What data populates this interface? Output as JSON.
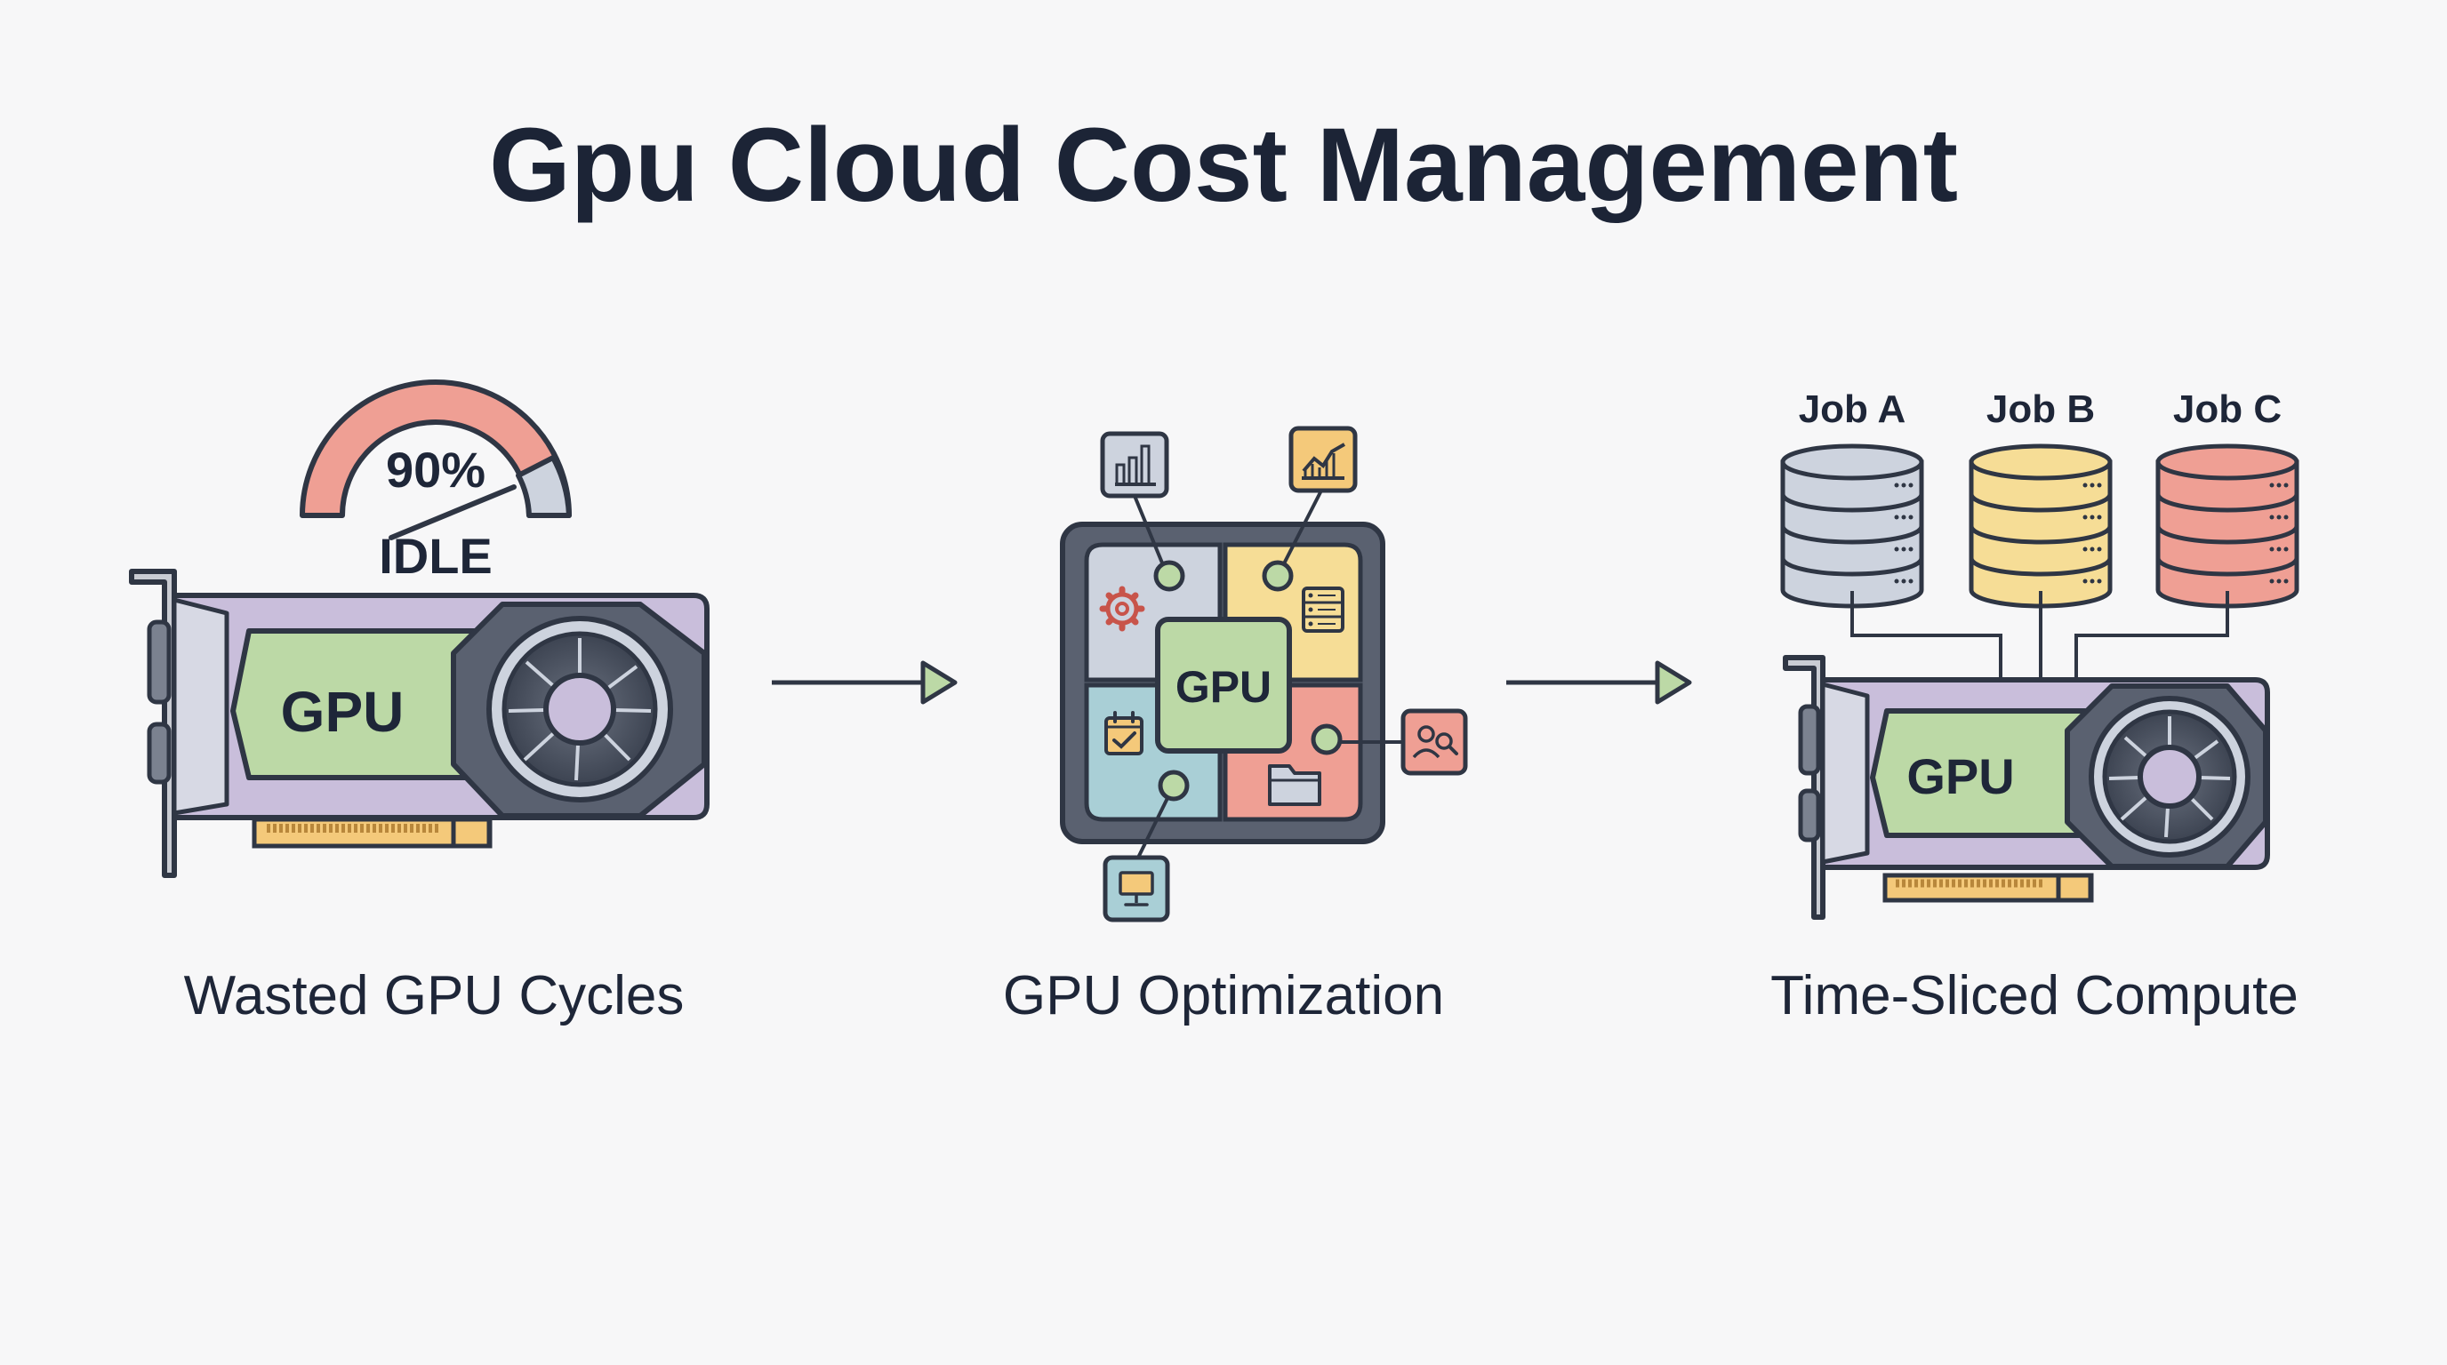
{
  "title": "Gpu Cloud Cost Management",
  "colors": {
    "outline": "#2f3644",
    "purple": "#c9bedb",
    "green": "#bcd9a6",
    "gray_blue": "#cdd3de",
    "yellow": "#f6dd96",
    "blue": "#a9cfd6",
    "salmon": "#ef9f94",
    "gold": "#f4c97a",
    "background": "#f7f7f8"
  },
  "stages": [
    {
      "caption": "Wasted GPU Cycles",
      "gauge_value": "90%",
      "gauge_label": "IDLE",
      "gauge_fraction": 0.9,
      "chip_label": "GPU",
      "icons": [
        "gauge-icon",
        "gpu-card-icon"
      ]
    },
    {
      "caption": "GPU Optimization",
      "chip_label": "GPU",
      "icons": [
        "bar-chart-icon",
        "trend-chart-icon",
        "gear-icon",
        "server-icon",
        "calendar-check-icon",
        "folder-icon",
        "user-search-icon",
        "monitor-icon"
      ]
    },
    {
      "caption": "Time-Sliced Compute",
      "chip_label": "GPU",
      "jobs": [
        "Job A",
        "Job B",
        "Job C"
      ],
      "icons": [
        "database-icon",
        "gpu-card-icon"
      ]
    }
  ]
}
